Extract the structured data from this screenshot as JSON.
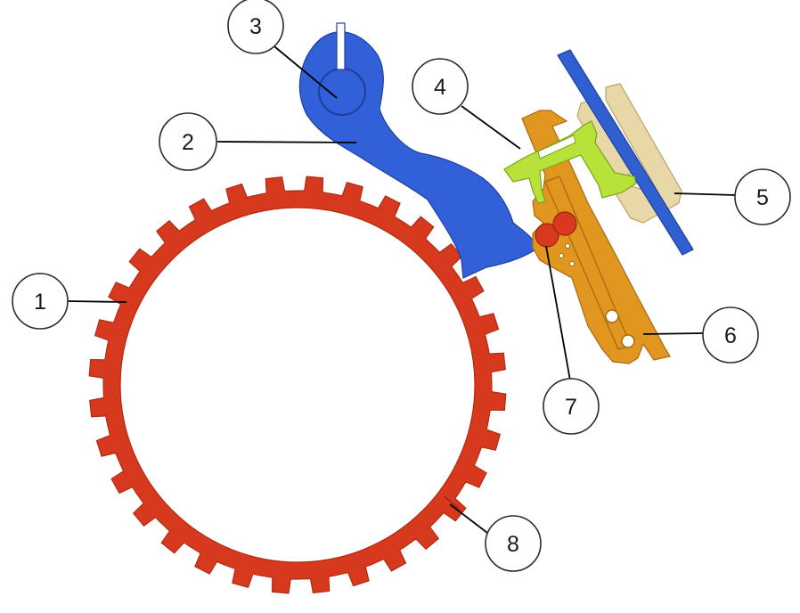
{
  "colors": {
    "ring": "#d7391e",
    "ring_edge": "#b22a12",
    "lever": "#3160d8",
    "lever_edge": "#1f3f9a",
    "plate": "#2f5fd0",
    "bracket": "#e8d8a8",
    "bracket_edge": "#b9a46a",
    "slider": "#b6e23a",
    "slider_edge": "#7ea21c",
    "arm": "#e0961f",
    "arm_edge": "#a86a10",
    "rollers": "#d8391e"
  },
  "callouts": [
    {
      "id": "1",
      "label": "1"
    },
    {
      "id": "2",
      "label": "2"
    },
    {
      "id": "3",
      "label": "3"
    },
    {
      "id": "4",
      "label": "4"
    },
    {
      "id": "5",
      "label": "5"
    },
    {
      "id": "6",
      "label": "6"
    },
    {
      "id": "7",
      "label": "7"
    },
    {
      "id": "8",
      "label": "8"
    }
  ]
}
